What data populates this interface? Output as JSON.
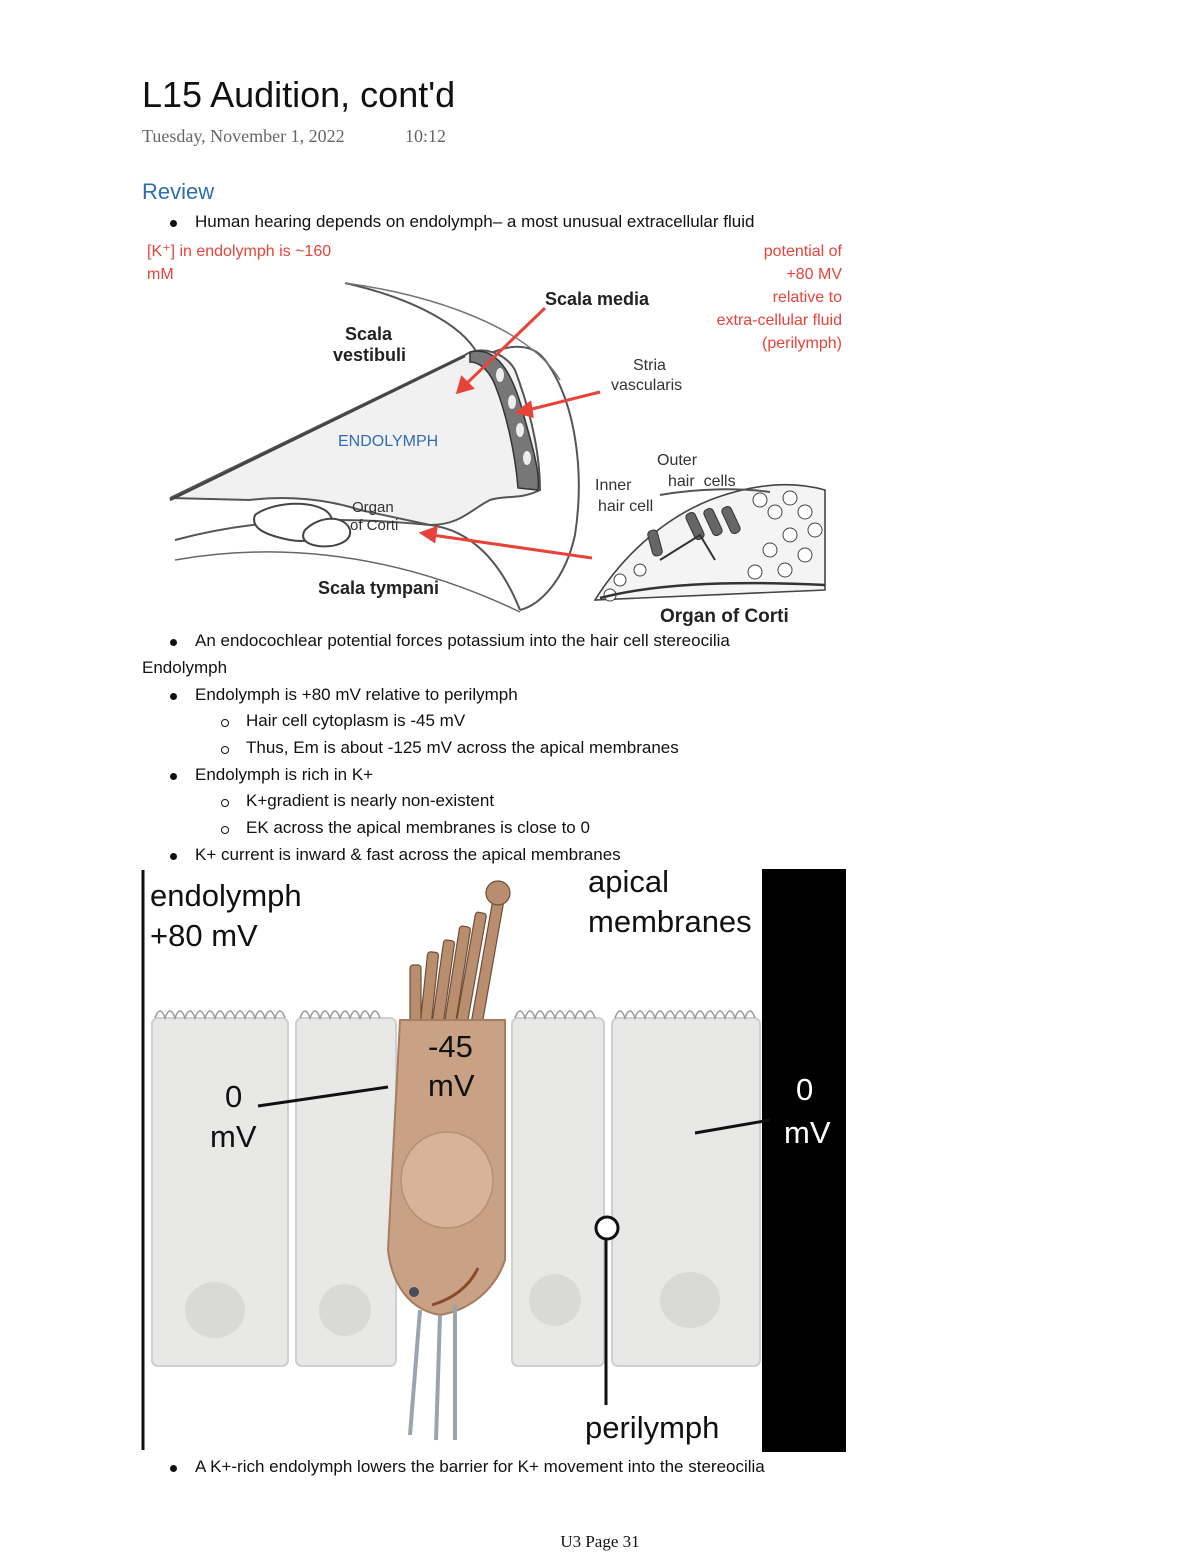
{
  "page": {
    "title": "L15 Audition, cont'd",
    "date": "Tuesday, November 1, 2022",
    "time": "10:12",
    "section_heading": "Review",
    "footer": "U3 Page 31"
  },
  "bullets_top": [
    "Human hearing depends on endolymph– a most unusual extracellular fluid"
  ],
  "diagram1": {
    "note_left": [
      "[K⁺] in endolymph is ~160",
      "mM"
    ],
    "note_right": [
      "potential of",
      "+80 MV",
      "relative to",
      "extra-cellular fluid",
      "(perilymph)"
    ],
    "labels": {
      "scala_media": "Scala media",
      "scala_vestibuli": [
        "Scala",
        "vestibuli"
      ],
      "stria": [
        "Stria",
        "vascularis"
      ],
      "endolymph": "ENDOLYMPH",
      "outer_hair": [
        "Outer",
        "hair  cells"
      ],
      "inner_hair": [
        "Inner",
        "hair cell"
      ],
      "organ_small": [
        "Organ",
        "of Corti"
      ],
      "scala_tympani": "Scala tympani",
      "organ_of_corti": "Organ of Corti"
    }
  },
  "bullets_mid": {
    "item1": "An endocochlear potential forces potassium into the hair cell stereocilia",
    "subheading": "Endolymph",
    "item2": "Endolymph is +80 mV relative to perilymph",
    "item2_sub": [
      "Hair cell cytoplasm is -45 mV",
      "Thus, Em is about -125 mV across the apical membranes"
    ],
    "item3": "Endolymph is rich in K+",
    "item3_sub": [
      "K+gradient is nearly non-existent",
      "EK across the apical membranes is close to 0"
    ],
    "item4": "K+ current is inward & fast across the apical membranes"
  },
  "diagram2": {
    "endolymph": [
      "endolymph",
      "+80 mV"
    ],
    "apical": [
      "apical",
      "membranes"
    ],
    "hair_cell_potential": [
      "-45",
      "mV"
    ],
    "left_potential": [
      "0",
      "mV"
    ],
    "right_potential": [
      "0",
      "mV"
    ],
    "perilymph": "perilymph"
  },
  "bullets_bottom": [
    "A K+-rich endolymph lowers the barrier for K+ movement into the stereocilia"
  ]
}
